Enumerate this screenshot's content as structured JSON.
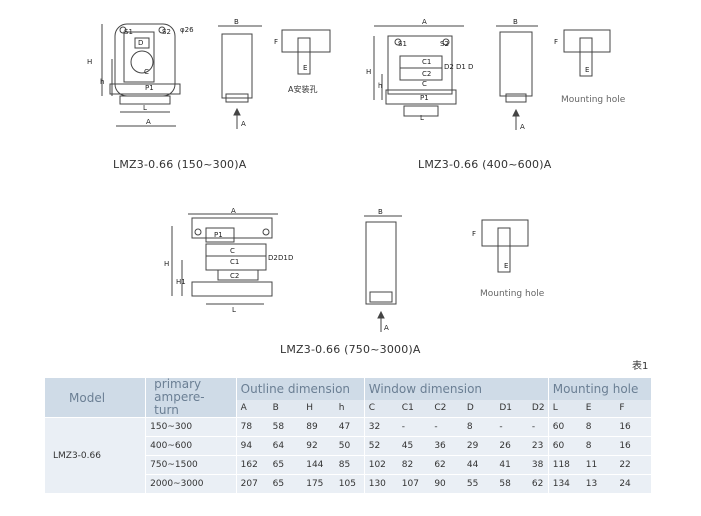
{
  "captions": {
    "d1": "LMZ3-0.66  (150~300)A",
    "d2": "LMZ3-0.66  (400~600)A",
    "d3": "LMZ3-0.66  (750~3000)A"
  },
  "labels": {
    "a_install": "A安装孔",
    "mounting_hole_1": "Mounting hole",
    "mounting_hole_2": "Mounting hole",
    "table_no": "表1",
    "s1": "S1",
    "s2": "S2",
    "p1": "P1",
    "c": "C",
    "c1": "C1",
    "c2": "C2",
    "phi26": "φ26",
    "A": "A",
    "B": "B",
    "H": "H",
    "h": "h",
    "L": "L",
    "F": "F",
    "E": "E",
    "D": "D",
    "D1": "D1",
    "D2": "D2",
    "H1": "H1"
  },
  "table": {
    "model_header": "Model",
    "primary_header": "primary ampere-turn",
    "group_outline": "Outline dimension",
    "group_window": "Window dimension",
    "group_mounting": "Mounting hole",
    "subheaders": [
      "A",
      "B",
      "H",
      "h",
      "C",
      "C1",
      "C2",
      "D",
      "D1",
      "D2",
      "L",
      "E",
      "F"
    ],
    "model": "LMZ3-0.66",
    "rows": [
      {
        "primary": "150~300",
        "v": [
          "78",
          "58",
          "89",
          "47",
          "32",
          "-",
          "-",
          "8",
          "-",
          "-",
          "60",
          "8",
          "16"
        ]
      },
      {
        "primary": "400~600",
        "v": [
          "94",
          "64",
          "92",
          "50",
          "52",
          "45",
          "36",
          "29",
          "26",
          "23",
          "60",
          "8",
          "16"
        ]
      },
      {
        "primary": "750~1500",
        "v": [
          "162",
          "65",
          "144",
          "85",
          "102",
          "82",
          "62",
          "44",
          "41",
          "38",
          "118",
          "11",
          "22"
        ]
      },
      {
        "primary": "2000~3000",
        "v": [
          "207",
          "65",
          "175",
          "105",
          "130",
          "107",
          "90",
          "55",
          "58",
          "62",
          "134",
          "13",
          "24"
        ]
      }
    ]
  }
}
